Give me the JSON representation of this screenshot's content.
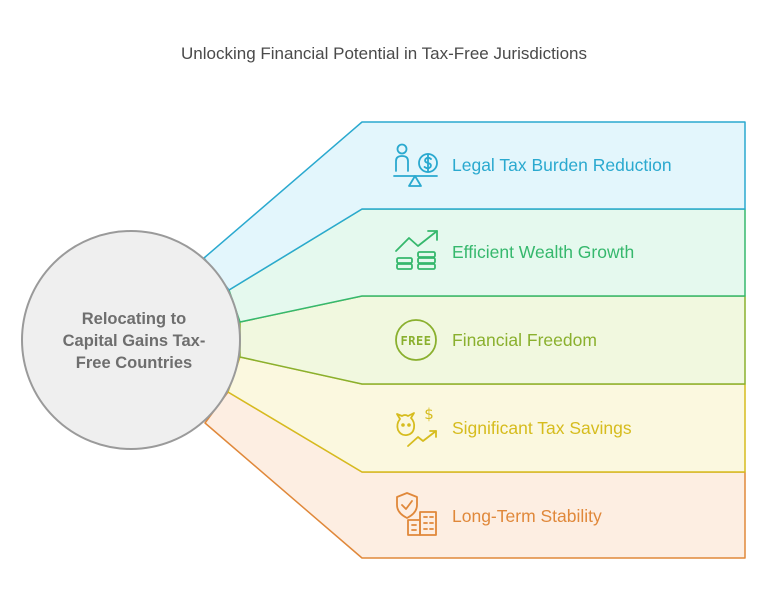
{
  "title": "Unlocking Financial Potential in Tax-Free Jurisdictions",
  "center": {
    "label_line1": "Relocating to",
    "label_line2": "Capital Gains Tax-",
    "label_line3": "Free Countries"
  },
  "items": [
    {
      "label": "Legal Tax Burden Reduction",
      "icon": "scale-money-icon",
      "color": "#2aa9cf",
      "fill": "#e3f6fc"
    },
    {
      "label": "Efficient Wealth Growth",
      "icon": "growth-coins-icon",
      "color": "#36b86d",
      "fill": "#e5f9ee"
    },
    {
      "label": "Financial Freedom",
      "icon": "free-badge-icon",
      "color": "#8ab02e",
      "fill": "#f1f8df"
    },
    {
      "label": "Significant Tax Savings",
      "icon": "piggy-savings-icon",
      "color": "#d6bc1e",
      "fill": "#fbf8df"
    },
    {
      "label": "Long-Term Stability",
      "icon": "shield-building-icon",
      "color": "#e0883a",
      "fill": "#fdeee2"
    }
  ]
}
